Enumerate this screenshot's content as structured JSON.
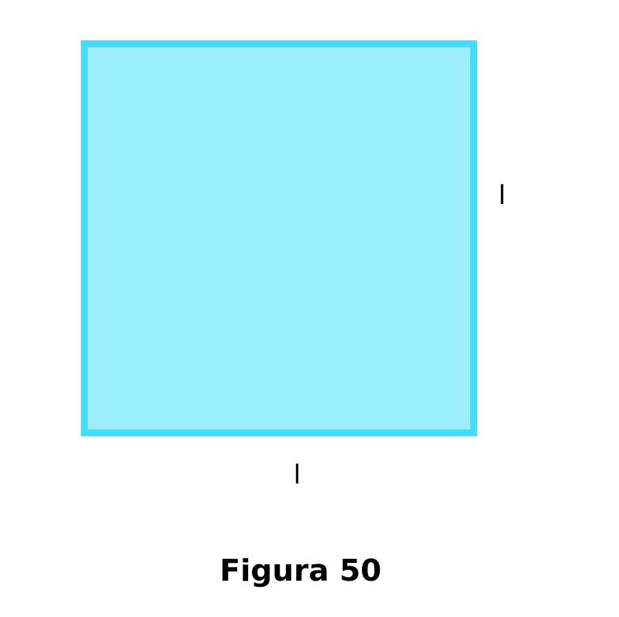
{
  "figure": {
    "side_right_label": "l",
    "side_bottom_label": "l",
    "caption": "Figura 50"
  },
  "colors": {
    "fill": "#9cedfe",
    "stroke": "#45dcfb",
    "text": "#000000",
    "background": "#ffffff"
  }
}
